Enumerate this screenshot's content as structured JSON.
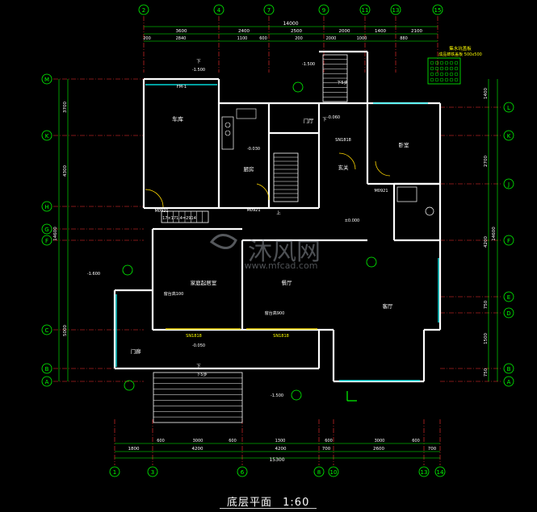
{
  "title": "底层平面",
  "scale": "1:60",
  "watermark": {
    "brand": "沐风网",
    "url": "www.mfcad.com"
  },
  "colors": {
    "background": "#000000",
    "wall": "#ffffff",
    "axis": "#ff3030",
    "dim": "#00ff00",
    "text": "#ffffff",
    "accent": "#ffff00",
    "window": "#00ffff",
    "door": "#ffd700"
  },
  "rooms": {
    "garage": "车库",
    "kitchen": "厨房",
    "hall": "门厅",
    "entrance": "玄关",
    "bedroom": "卧室",
    "dining": "餐厅",
    "family": "家庭起居室",
    "living": "客厅",
    "porch": "门廊"
  },
  "axes_top": [
    "2",
    "4",
    "7",
    "9",
    "11",
    "13",
    "15"
  ],
  "axes_bottom": [
    "1",
    "3",
    "6",
    "8",
    "10",
    "13",
    "14"
  ],
  "axes_left": [
    "M",
    "K",
    "H",
    "G",
    "F",
    "C",
    "B",
    "A"
  ],
  "axes_right": [
    "L",
    "K",
    "J",
    "F",
    "E",
    "D",
    "B",
    "A"
  ],
  "dims": {
    "top_total": "14000",
    "top_row": [
      "3600",
      "2400",
      "2500",
      "2000",
      "1400",
      "2100"
    ],
    "top_detail": [
      "200",
      "2840",
      "1100",
      "600",
      "200",
      "2000",
      "1000",
      "880"
    ],
    "bottom_total": "15300",
    "bottom_row": [
      "1800",
      "4200",
      "4200",
      "700",
      "2600",
      "700"
    ],
    "bottom_detail": [
      "600",
      "3000",
      "600",
      "1300",
      "600",
      "3000",
      "600"
    ],
    "left_total": "14600",
    "left_rows": [
      "3700",
      "4300",
      "5000"
    ],
    "right_total": "14600",
    "right_rows": [
      "1400",
      "2700",
      "4200",
      "750",
      "1500",
      "750"
    ]
  },
  "labels": {
    "elev_upper": "-1.500",
    "elev_stair": "-1.500",
    "elev_kitchen": "-0.030",
    "elev_hall": "-0.060",
    "elev_porch": "-0.050",
    "elev_floor": "±0.000",
    "elev_left": "-1.600",
    "elev_bottom": "-1.500",
    "garage_tag": "FM-1",
    "family_note": "窗台高100",
    "dining_note": "窗台高900",
    "window_tag": "SN1818",
    "door_tag": "M0921",
    "down": "下",
    "up": "上",
    "stair_note": "下5步",
    "catch_pit": "集水坑盖板",
    "catch_note": "成品铸铁盖板 500x500",
    "stair_spec": "17×171.4=2914"
  }
}
